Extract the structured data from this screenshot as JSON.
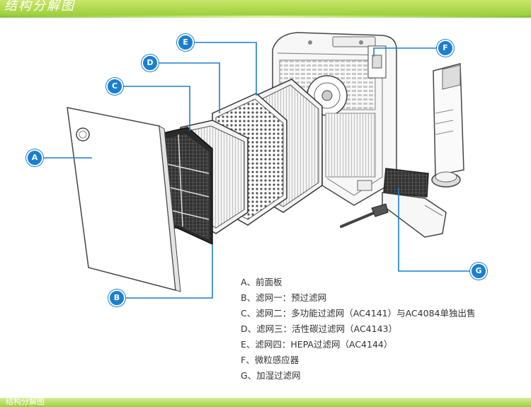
{
  "header": {
    "title": "结构分解图"
  },
  "footer": {
    "text": "结构分解图"
  },
  "callouts": {
    "A": "A",
    "B": "B",
    "C": "C",
    "D": "D",
    "E": "E",
    "F": "F",
    "G": "G"
  },
  "legend": [
    "A、前面板",
    "B、滤网一：预过滤网",
    "C、滤网二：多功能过滤网（AC4141）与AC4084单独出售",
    "D、滤网三：活性碳过滤网（AC4143）",
    "E、滤网四：HEPA过滤网（AC4144）",
    "F、微粒感应器",
    "G、加湿过滤网"
  ],
  "colors": {
    "accent_green": "#9ccf3a",
    "callout_blue": "#1b7fd0",
    "leader_line": "#1b7fd0"
  }
}
